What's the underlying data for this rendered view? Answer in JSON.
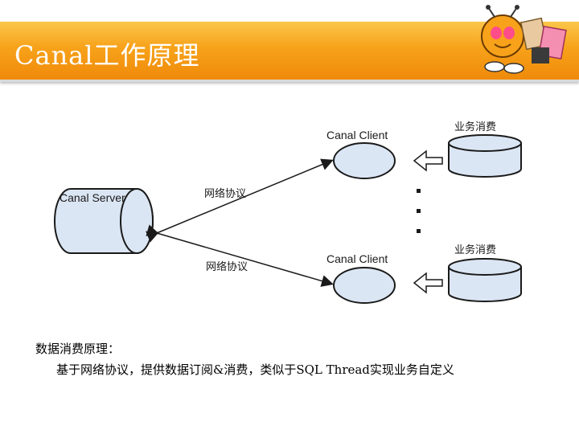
{
  "slide": {
    "title": "Canal工作原理"
  },
  "diagram": {
    "server_label": "Canal Server",
    "protocol_top": "网络协议",
    "protocol_bottom": "网络协议",
    "client_top": "Canal Client",
    "client_bottom": "Canal Client",
    "consume_top": "业务消费",
    "consume_bottom": "业务消费"
  },
  "caption": {
    "line1": "数据消费原理：",
    "line2": "基于网络协议，提供数据订阅&消费，类似于SQL Thread实现业务自定义"
  },
  "colors": {
    "title_bar": "#f7a21a",
    "shape_fill": "#dbe6f4",
    "shape_stroke": "#1a1a1a"
  }
}
